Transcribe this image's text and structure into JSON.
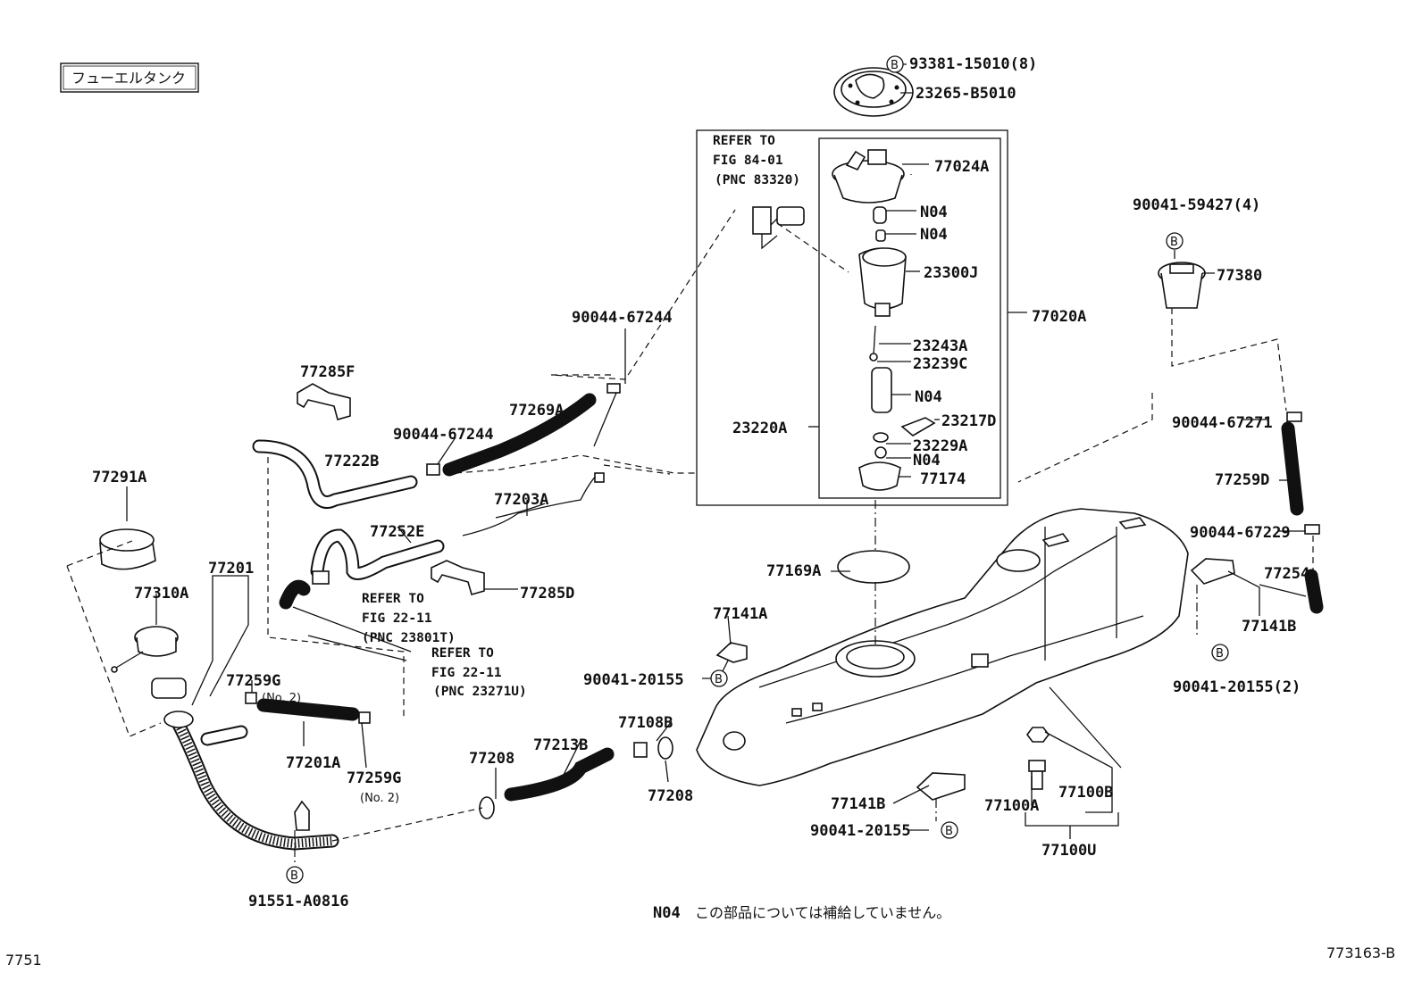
{
  "header": {
    "title": "フューエルタンク"
  },
  "footer": {
    "left_code": "7751",
    "right_code": "773163-B",
    "note_prefix": "N04",
    "note_text": "この部品については補給していません。"
  },
  "bolt_marker": "B",
  "refer_notes": {
    "r1": [
      "REFER TO",
      "FIG 84-01",
      "(PNC 83320)"
    ],
    "r2": [
      "REFER TO",
      "FIG 22-11",
      "(PNC 23801T)"
    ],
    "r3": [
      "REFER TO",
      "FIG 22-11",
      "(PNC 23271U)"
    ]
  },
  "parts": {
    "p93381": "93381-15010(8)",
    "p23265": "23265-B5010",
    "p77024A": "77024A",
    "n04a": "N04",
    "n04b": "N04",
    "p23300J": "23300J",
    "p77020A": "77020A",
    "p23243A": "23243A",
    "p23239C": "23239C",
    "n04c": "N04",
    "p23220A": "23220A",
    "p23217D": "23217D",
    "p23229A": "23229A",
    "n04d": "N04",
    "p77174": "77174",
    "p90041_59427": "90041-59427(4)",
    "p77380": "77380",
    "p90044_67244a": "90044-67244",
    "p77285F": "77285F",
    "p77269A": "77269A",
    "p90044_67244b": "90044-67244",
    "p77222B": "77222B",
    "p77203A": "77203A",
    "p77291A": "77291A",
    "p77252E": "77252E",
    "p77285D": "77285D",
    "p77201": "77201",
    "p77310A": "77310A",
    "p77169A": "77169A",
    "p90044_67271": "90044-67271",
    "p77259D": "77259D",
    "p90044_67229": "90044-67229",
    "p77254": "77254",
    "p77141A": "77141A",
    "p77141B_r": "77141B",
    "p90041_20155a": "90041-20155",
    "p90041_20155_2": "90041-20155(2)",
    "p77259G_a": "77259G",
    "no2a": "(No. 2)",
    "p77201A": "77201A",
    "p77259G_b": "77259G",
    "no2b": "(No. 2)",
    "p77108B": "77108B",
    "p77208a": "77208",
    "p77213B": "77213B",
    "p77208b": "77208",
    "p77141B_b": "77141B",
    "p90041_20155b": "90041-20155",
    "p77100A": "77100A",
    "p77100B": "77100B",
    "p77100U": "77100U",
    "p91551": "91551-A0816"
  }
}
